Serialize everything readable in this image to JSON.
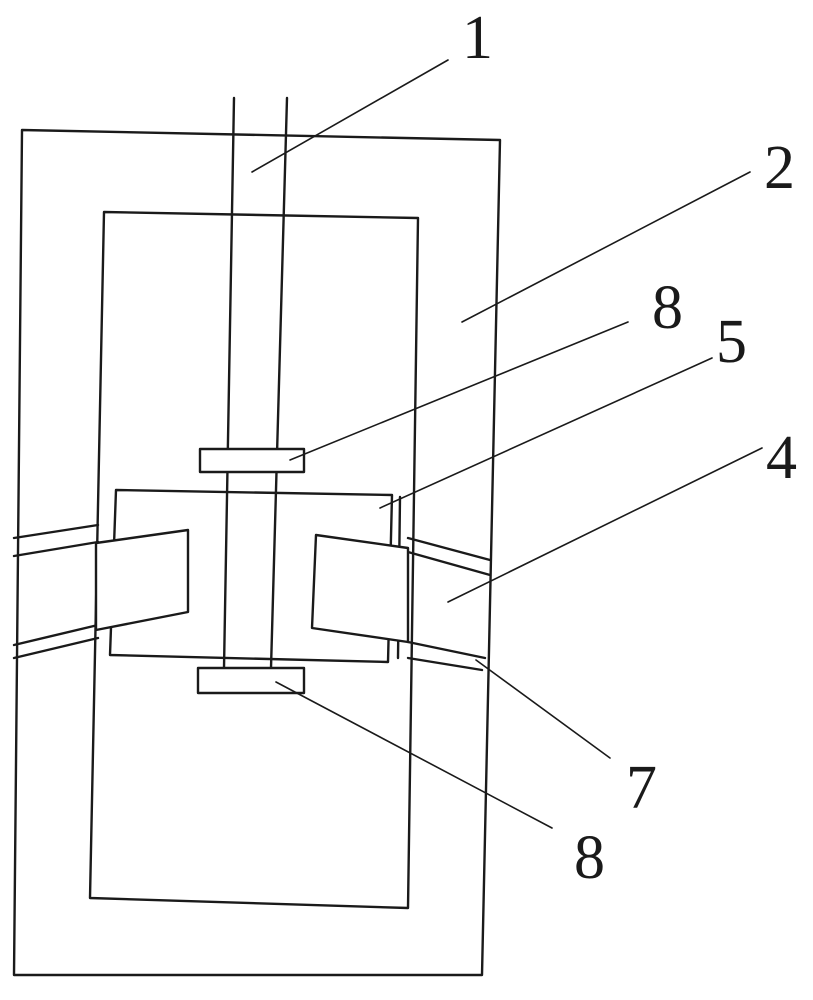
{
  "diagram": {
    "labels": {
      "rod": "1",
      "outer_frame": "2",
      "side_plate": "4",
      "center_block": "5",
      "strip": "7",
      "upper_collar": "8",
      "lower_collar": "8"
    }
  }
}
